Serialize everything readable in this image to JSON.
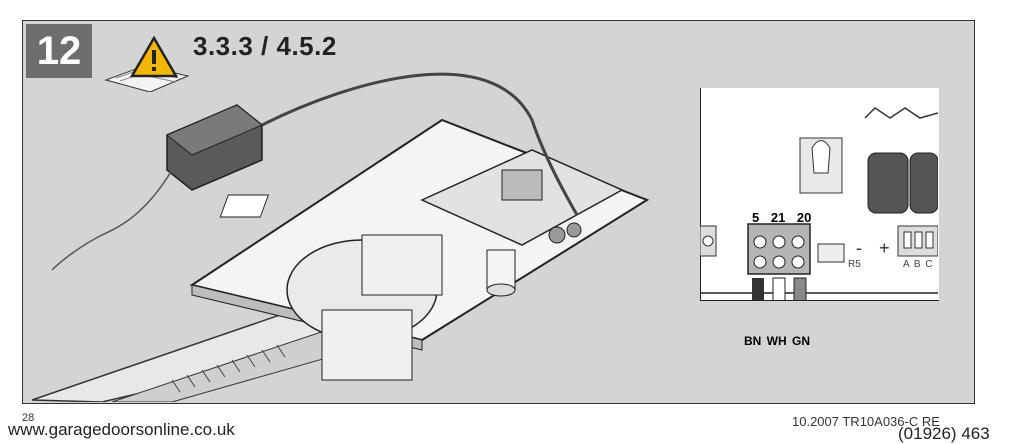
{
  "step": {
    "number": "12",
    "reference": "3.3.3 / 4.5.2"
  },
  "detail": {
    "terminals": "5 21 20",
    "wires": "BN WH GN",
    "r5_label": "R5",
    "switch_labels": "A B C",
    "polarity": "- +"
  },
  "footer": {
    "page": "28",
    "website": "www.garagedoorsonline.co.uk",
    "doc_code": "10.2007  TR10A036-C  RE",
    "phone": "(01926) 463"
  },
  "colors": {
    "panel": "#d4d4d4",
    "badge": "#6e6e6e",
    "warning": "#f2b705"
  }
}
